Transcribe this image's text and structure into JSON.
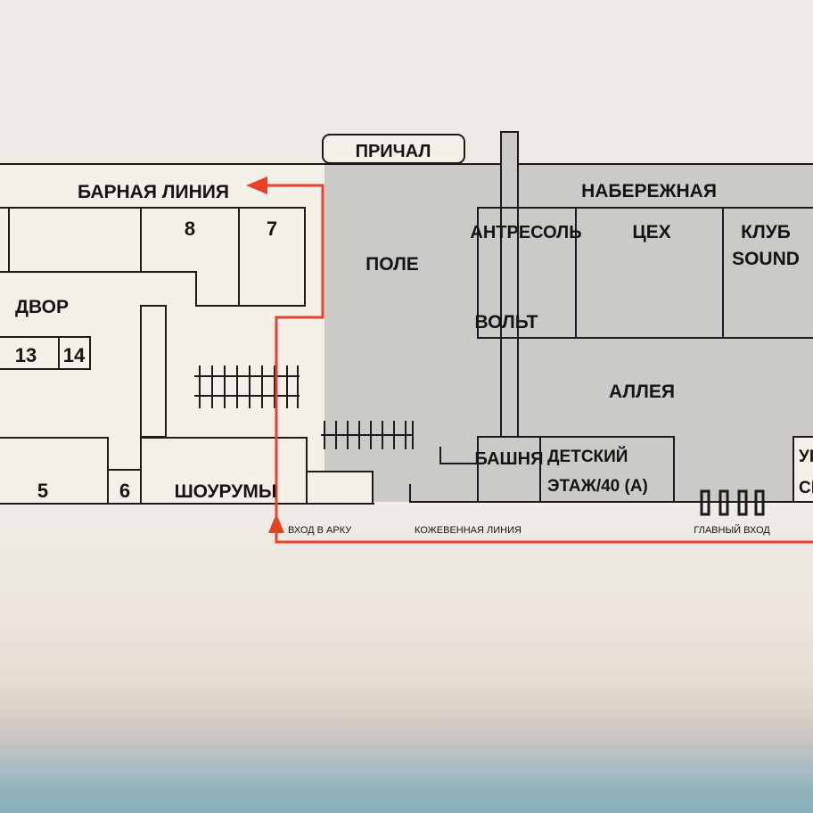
{
  "map": {
    "pier": "ПРИЧАЛ",
    "bar_line": "БАРНАЯ ЛИНИЯ",
    "embankment": "НАБЕРЕЖНАЯ",
    "field": "ПОЛЕ",
    "entresol": "АНТРЕСОЛЬ",
    "volt": "ВОЛЬТ",
    "workshop": "ЦЕХ",
    "club_line1": "КЛУБ",
    "club_line2": "SOUND",
    "alley": "АЛЛЕЯ",
    "courtyard": "ДВОР",
    "tower": "БАШНЯ",
    "kids_line1": "ДЕТСКИЙ",
    "kids_line2": "ЭТАЖ/40 (А)",
    "showrooms": "ШОУРУМЫ",
    "cut_line1": "УГ",
    "cut_line2": "СК",
    "numbers": {
      "n5": "5",
      "n6": "6",
      "n7": "7",
      "n8": "8",
      "n13": "13",
      "n14": "14"
    },
    "arch_entrance": "ВХОД В АРКУ",
    "leather_line": "КОЖЕВЕННАЯ ЛИНИЯ",
    "main_entrance": "ГЛАВНЫЙ ВХОД"
  },
  "colors": {
    "paper": "#f4f0e8",
    "shade": "#cbcac7",
    "ink": "#1a1a1a",
    "route": "#e8412a",
    "sky_top": "#eeebe6",
    "sea": "#86afbb"
  }
}
